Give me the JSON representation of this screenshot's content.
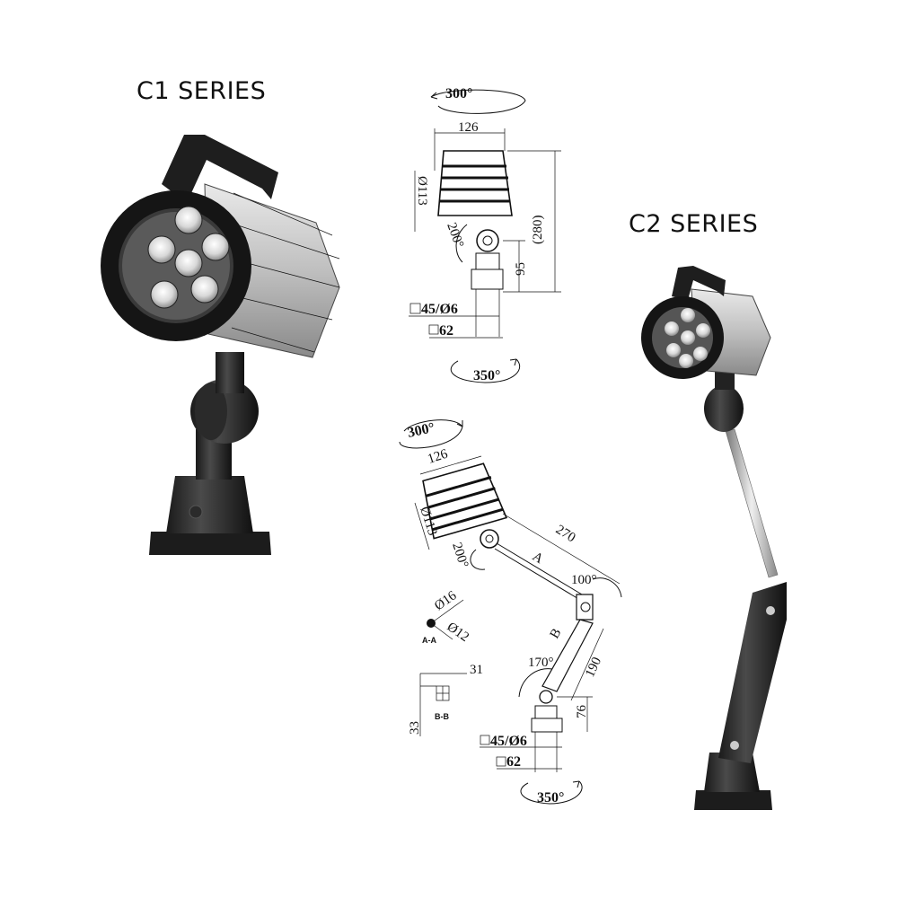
{
  "c1": {
    "title": "C1 SERIES"
  },
  "c2": {
    "title": "C2 SERIES"
  },
  "drawing_top": {
    "rotation_top": "300°",
    "width": "126",
    "diameter": "Ø113",
    "tilt": "200°",
    "height_total": "(280)",
    "height_base": "95",
    "base_mount": "45/Ø6",
    "base_size": "62",
    "rotation_bottom": "350°"
  },
  "drawing_bottom": {
    "rotation_top": "300°",
    "width": "126",
    "diameter": "Ø113",
    "tilt": "200°",
    "arm_length": "270",
    "arm_angle": "100°",
    "section_a_label": "A",
    "section_b_label": "B",
    "diameter_outer": "Ø16",
    "diameter_inner": "Ø12",
    "section_aa": "A-A",
    "lower_angle": "170°",
    "lower_length": "190",
    "base_height": "76",
    "section_bb_w": "31",
    "section_bb_h": "33",
    "section_bb": "B-B",
    "base_mount": "45/Ø6",
    "base_size": "62",
    "rotation_bottom": "350°"
  }
}
